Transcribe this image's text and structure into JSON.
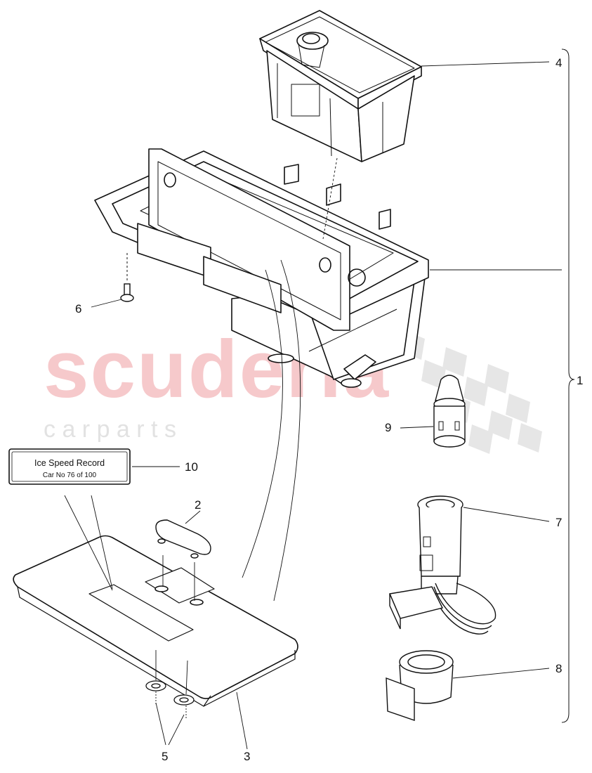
{
  "watermark": {
    "brand": "scuderia",
    "tagline": "c a r   p a r t s"
  },
  "callouts": [
    {
      "id": "4",
      "label": "4"
    },
    {
      "id": "6",
      "label": "6"
    },
    {
      "id": "1",
      "label": "1"
    },
    {
      "id": "9",
      "label": "9"
    },
    {
      "id": "10",
      "label": "10"
    },
    {
      "id": "2",
      "label": "2"
    },
    {
      "id": "7",
      "label": "7"
    },
    {
      "id": "8",
      "label": "8"
    },
    {
      "id": "5",
      "label": "5"
    },
    {
      "id": "3",
      "label": "3"
    }
  ],
  "plaque": {
    "line1": "Ice Speed Record",
    "line2": "Car No 76 of 100"
  },
  "colors": {
    "line": "#111111",
    "watermark_red": "#f6c9cb",
    "watermark_grey": "#e2e2e2"
  }
}
